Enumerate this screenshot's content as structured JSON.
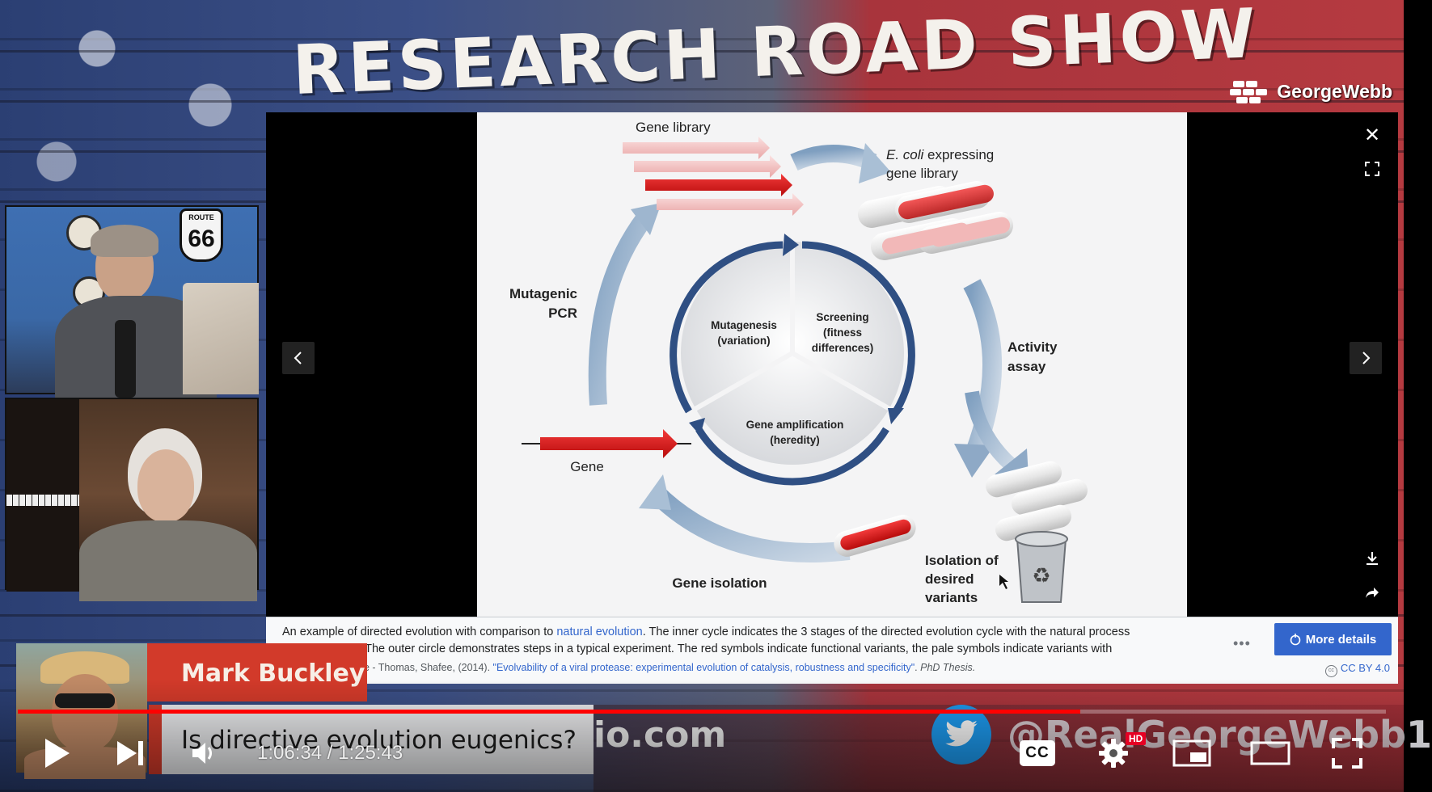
{
  "stream": {
    "show_title": "RESEARCH ROAD SHOW",
    "brand": "GeorgeWebb",
    "guest_name": "Mark Buckley",
    "topic": "Is directive evolution eugenics?",
    "promo_url_fragment": "io.com",
    "twitter_handle": "@RealGeorgeWebb1",
    "route_sign": {
      "top": "ROUTE",
      "number": "66"
    }
  },
  "viewer": {
    "diagram": {
      "gene_library": "Gene library",
      "ecoli_line1_italic": "E. coli",
      "ecoli_line1_rest": " expressing",
      "ecoli_line2": "gene library",
      "mutagenic_line1": "Mutagenic",
      "mutagenic_line2": "PCR",
      "activity_line1": "Activity",
      "activity_line2": "assay",
      "gene": "Gene",
      "gene_isolation": "Gene isolation",
      "isolation_line1": "Isolation of",
      "isolation_line2": "desired",
      "isolation_line3": "variants",
      "mutagenesis_line1": "Mutagenesis",
      "mutagenesis_line2": "(variation)",
      "screening_line1": "Screening",
      "screening_line2": "(fitness",
      "screening_line3": "differences)",
      "amplification_line1": "Gene amplification",
      "amplification_line2": "(heredity)"
    },
    "caption": {
      "part1": "An example of directed evolution with comparison to ",
      "link": "natural evolution",
      "part2": ". The inner cycle indicates the 3 stages of the directed evolution cycle with the natural process being ",
      "part3": "brackets. The outer circle demonstrates steps in a typical experiment. The red symbols indicate functional variants, the pale symbols indicate variants with",
      "ellipsis": "•••"
    },
    "more_details": "More details",
    "credit": {
      "prefix": "ee - Thomas, Shafee, (2014). ",
      "title_link": "\"Evolvability of a viral protease: experimental evolution of catalysis, robustness and specificity\"",
      "suffix": ". ",
      "thesis": "PhD Thesis."
    },
    "license": "CC BY 4.0"
  },
  "player": {
    "time_current": "1:06:34",
    "time_separator": " / ",
    "time_total": "1:25:43",
    "progress_fraction": 0.7766,
    "buffer_fraction": 0.38,
    "cc_label": "CC",
    "hd_label": "HD"
  }
}
